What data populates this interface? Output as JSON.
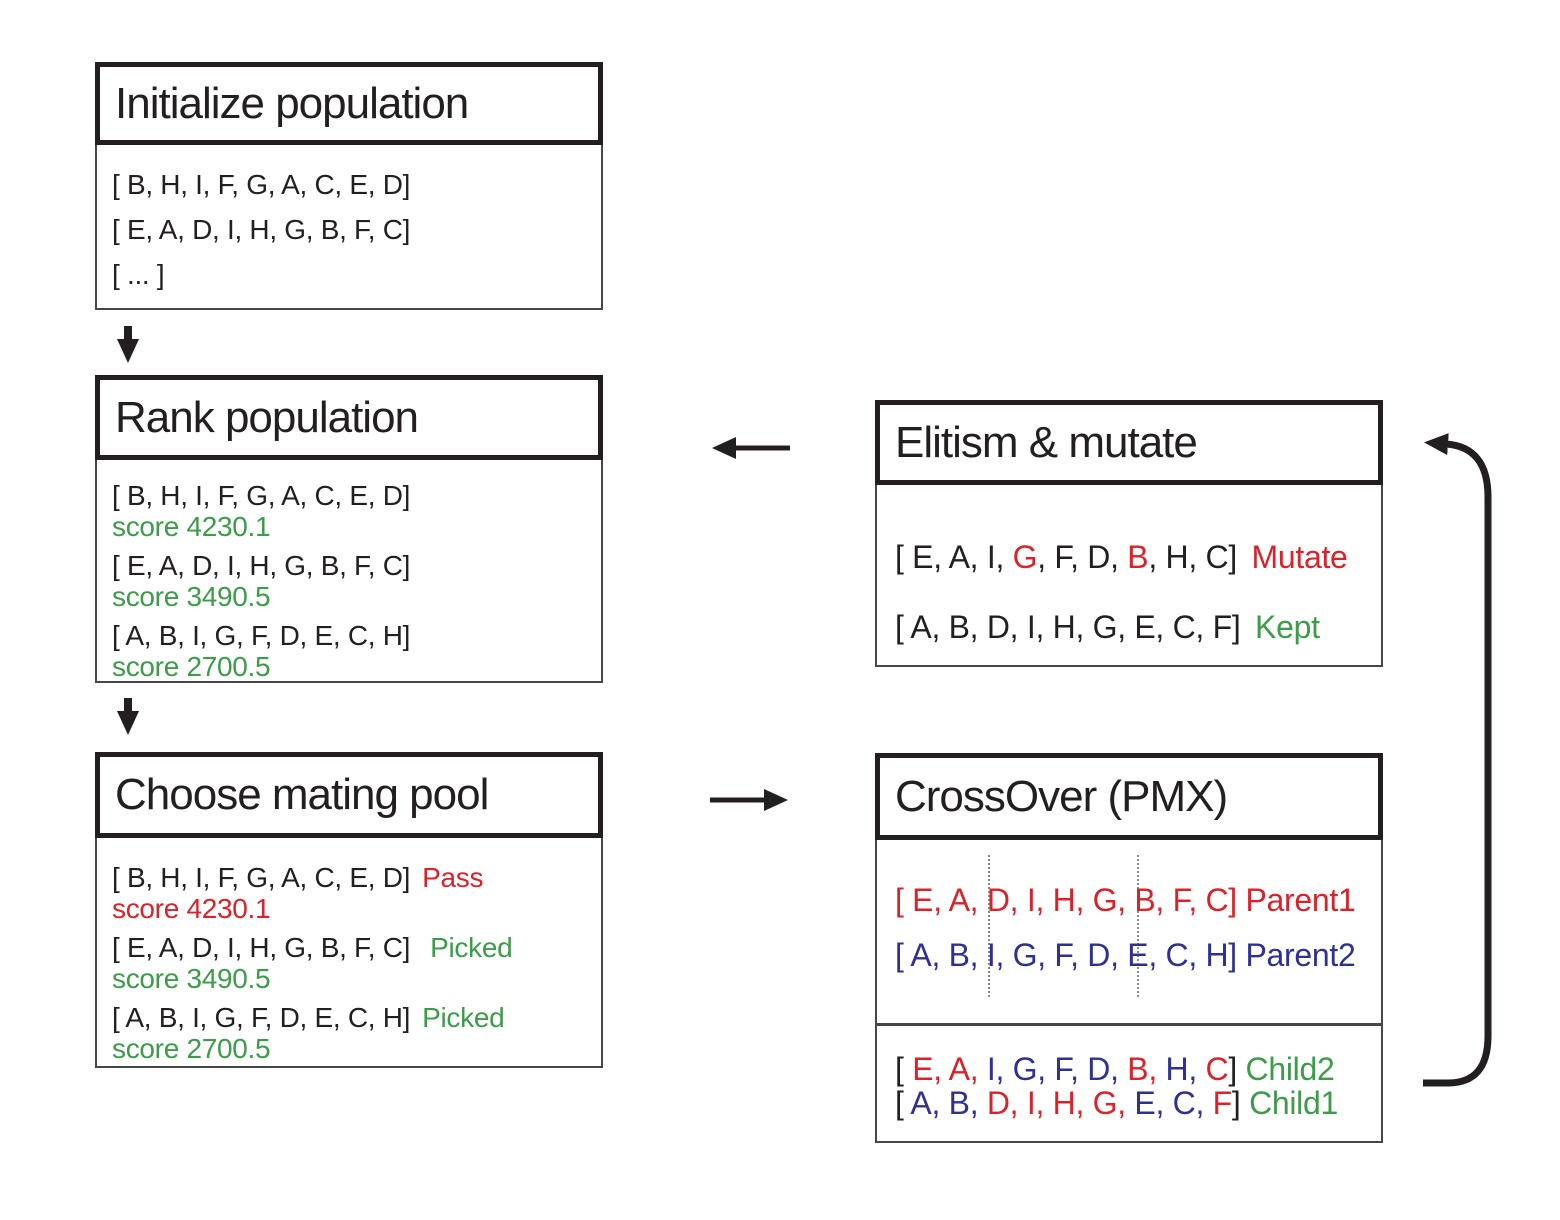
{
  "colors": {
    "black": "#231f20",
    "red": "#d8232a",
    "green": "#3d9b4a",
    "blue": "#2e3192",
    "border": "#47474a"
  },
  "boxes": {
    "initialize": {
      "title": "Initialize population",
      "rows": [
        "[ B, H, I, F, G, A, C, E, D]",
        "[ E, A, D, I, H, G, B, F, C]",
        "[ ... ]"
      ]
    },
    "rank": {
      "title": "Rank population",
      "rows": [
        {
          "list": "[ B, H, I, F, G, A, C, E, D]",
          "score": "score 4230.1",
          "score_color": "green"
        },
        {
          "list": "[ E, A, D, I, H, G, B, F, C]",
          "score": "score 3490.5",
          "score_color": "green"
        },
        {
          "list": "[ A, B, I, G, F, D, E, C, H]",
          "score": "score 2700.5",
          "score_color": "green"
        }
      ]
    },
    "mating": {
      "title": "Choose mating pool",
      "rows": [
        {
          "list": "[ B, H, I, F, G, A, C, E, D]",
          "tag": "Pass",
          "tag_color": "red",
          "score": "score 4230.1",
          "score_color": "red"
        },
        {
          "list": "[ E, A, D, I, H, G, B, F, C]",
          "tag": "Picked",
          "tag_color": "green",
          "score": "score 3490.5",
          "score_color": "green"
        },
        {
          "list": "[ A, B, I, G, F, D, E, C, H]",
          "tag": "Picked",
          "tag_color": "green",
          "score": "score 2700.5",
          "score_color": "green"
        }
      ]
    },
    "elitism": {
      "title": "Elitism & mutate",
      "mutate_row": {
        "segments": [
          {
            "text": "[ E, A, I, ",
            "color": "black"
          },
          {
            "text": "G",
            "color": "red"
          },
          {
            "text": ", F, D, ",
            "color": "black"
          },
          {
            "text": "B",
            "color": "red"
          },
          {
            "text": ", H, C] ",
            "color": "black"
          }
        ],
        "tag": "Mutate",
        "tag_color": "red"
      },
      "kept_row": {
        "list": "[ A, B, D, I, H, G, E, C, F] ",
        "tag": "Kept",
        "tag_color": "green"
      }
    },
    "crossover": {
      "title": "CrossOver (PMX)",
      "parents": [
        {
          "list": "[ E, A, D, I, H, G, B, F, C] ",
          "label": "Parent1",
          "color": "red"
        },
        {
          "list": "[ A, B, I, G, F, D, E, C, H] ",
          "label": "Parent2",
          "color": "blue"
        }
      ],
      "children": [
        {
          "segments": [
            {
              "text": "[ ",
              "color": "black"
            },
            {
              "text": "E, A, ",
              "color": "red"
            },
            {
              "text": "I, G, F, D, ",
              "color": "blue"
            },
            {
              "text": "B, ",
              "color": "red"
            },
            {
              "text": "H, ",
              "color": "blue"
            },
            {
              "text": "C",
              "color": "red"
            },
            {
              "text": "] ",
              "color": "black"
            }
          ],
          "label": "Child2",
          "label_color": "green"
        },
        {
          "segments": [
            {
              "text": "[ ",
              "color": "black"
            },
            {
              "text": "A, B, ",
              "color": "blue"
            },
            {
              "text": "D, I, H, G, ",
              "color": "red"
            },
            {
              "text": "E, C, ",
              "color": "blue"
            },
            {
              "text": "F",
              "color": "red"
            },
            {
              "text": "] ",
              "color": "black"
            }
          ],
          "label": "Child1",
          "label_color": "green"
        }
      ]
    }
  }
}
